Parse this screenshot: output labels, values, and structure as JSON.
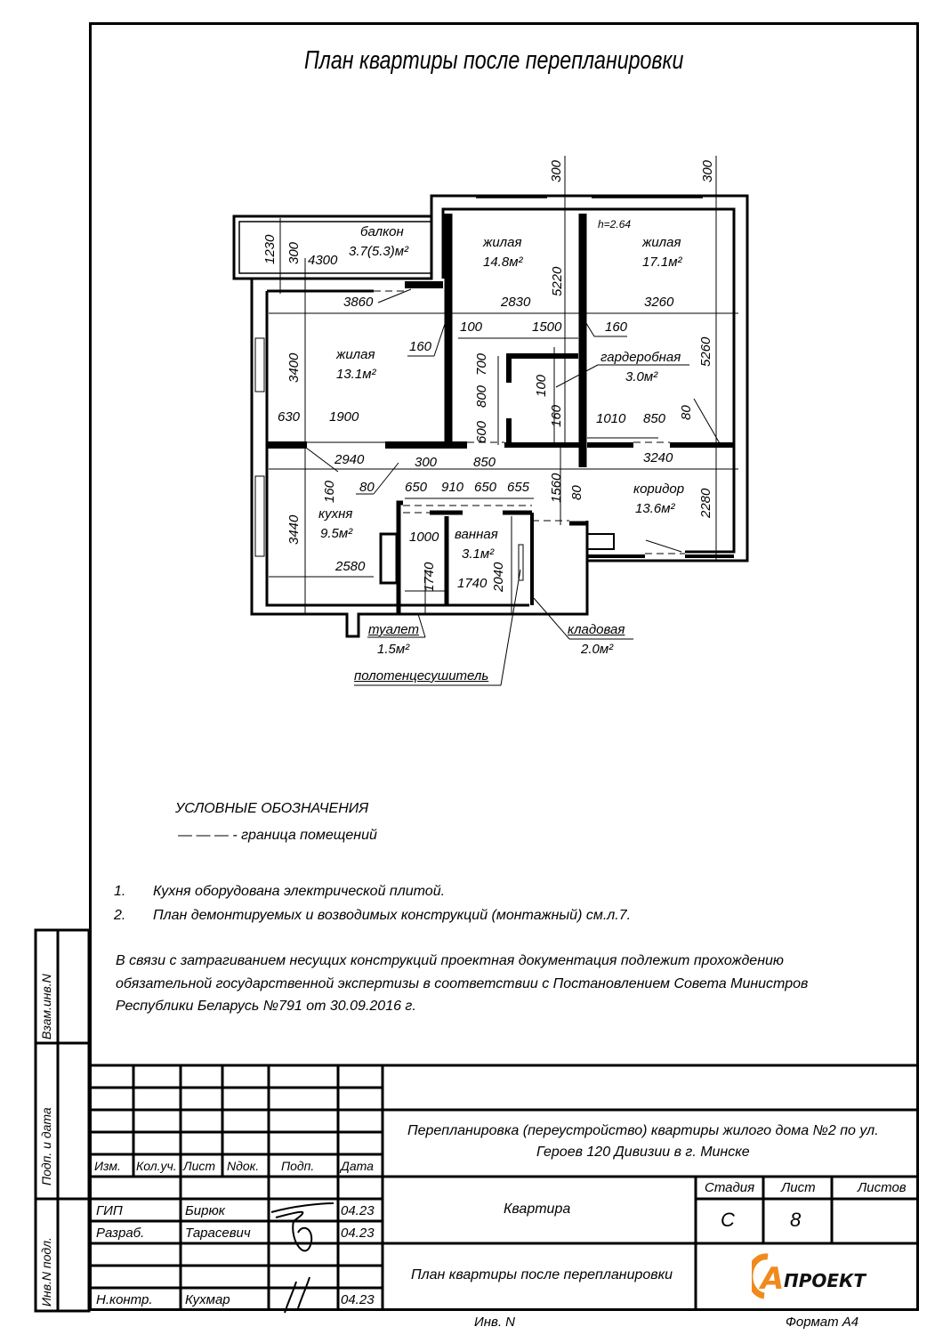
{
  "title": "План квартиры после перепланировки",
  "plan": {
    "rooms": [
      {
        "name": "балкон",
        "area": "3.7(5.3)м²"
      },
      {
        "name": "жилая",
        "area": "14.8м²"
      },
      {
        "name": "жилая",
        "area": "17.1м²"
      },
      {
        "name": "жилая",
        "area": "13.1м²"
      },
      {
        "name": "гардеробная",
        "area": "3.0м²"
      },
      {
        "name": "кухня",
        "area": "9.5м²"
      },
      {
        "name": "ванная",
        "area": "3.1м²"
      },
      {
        "name": "коридор",
        "area": "13.6м²"
      },
      {
        "name": "туалет",
        "area": "1.5м²"
      },
      {
        "name": "кладовая",
        "area": "2.0м²"
      }
    ],
    "height_note": "h=2.64",
    "towel_dryer_label": "полотенцесушитель",
    "dimensions": [
      "300",
      "300",
      "1230",
      "300",
      "4300",
      "3860",
      "2830",
      "3260",
      "5220",
      "100",
      "1500",
      "160",
      "160",
      "3400",
      "700",
      "800",
      "600",
      "100",
      "160",
      "5260",
      "630",
      "1900",
      "1010",
      "850",
      "80",
      "2940",
      "300",
      "850",
      "3240",
      "80",
      "650",
      "910",
      "650",
      "655",
      "1560",
      "80",
      "160",
      "3440",
      "1000",
      "2580",
      "1740",
      "1740",
      "2040",
      "2280"
    ]
  },
  "legend": {
    "title": "УСЛОВНЫЕ ОБОЗНАЧЕНИЯ",
    "item": "— — — - граница помещений"
  },
  "notes": [
    {
      "num": "1.",
      "text": "Кухня оборудована электрической плитой."
    },
    {
      "num": "2.",
      "text": "План демонтируемых и возводимых конструкций (монтажный) см.л.7."
    }
  ],
  "paragraph": [
    "В связи с затрагиванием несущих конструкций проектная документация подлежит прохождению",
    "обязательной государственной экспертизы в соответствии с Постановлением Совета Министров",
    "Республики Беларусь №791 от 30.09.2016 г."
  ],
  "side_labels": [
    "Взам.инв.N",
    "Подп. и дата",
    "Инв.N подл."
  ],
  "title_block": {
    "headers": [
      "Изм.",
      "Кол.уч.",
      "Лист",
      "Nдок.",
      "Подп.",
      "Дата"
    ],
    "signers": [
      {
        "role": "ГИП",
        "name": "Бирюк",
        "date": "04.23"
      },
      {
        "role": "Разраб.",
        "name": "Тарасевич",
        "date": "04.23"
      },
      {
        "role": "Н.контр.",
        "name": "Кухмар",
        "date": "04.23"
      }
    ],
    "project": [
      "Перепланировка (переустройство) квартиры жилого дома №2 по ул.",
      "Героев 120 Дивизии в г. Минске"
    ],
    "object": "Квартира",
    "sheet_title": "План квартиры после перепланировки",
    "stage_header": "Стадия",
    "sheet_header": "Лист",
    "sheets_header": "Листов",
    "stage": "С",
    "sheet": "8",
    "sheets": "",
    "logo_text": "АПРОЕКТ",
    "logo_color": "#f08a1c",
    "inv_label": "Инв. N",
    "format_label": "Формат А4"
  }
}
